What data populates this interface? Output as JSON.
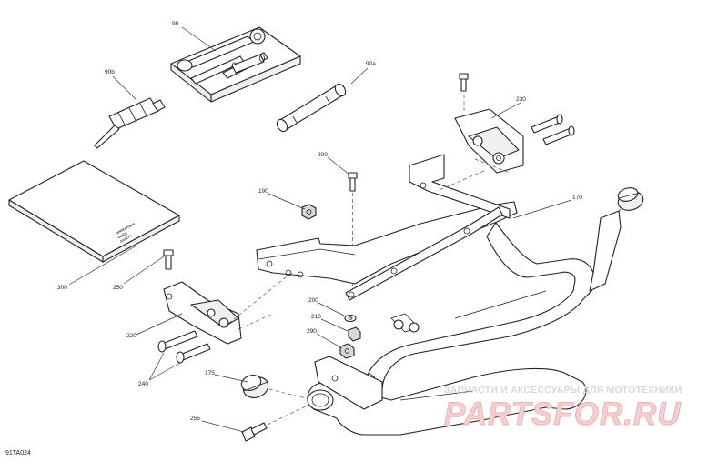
{
  "figure_code": "91TA024",
  "callouts": {
    "c90": "90",
    "c90a": "90a",
    "c90b": "90b",
    "c170": "170",
    "c175": "175",
    "c190": "190",
    "c200a": "200",
    "c200b": "200",
    "c210": "210",
    "c220": "220",
    "c230": "230",
    "c240": "240",
    "c250": "250",
    "c255": "255",
    "c290": "290",
    "c300": "300"
  },
  "watermark": {
    "caption": "ЗАПЧАСТИ И АКСЕССУАРЫ ДЛЯ МОТОТЕХНИКИ",
    "logo": "PARTSFOR.RU"
  }
}
